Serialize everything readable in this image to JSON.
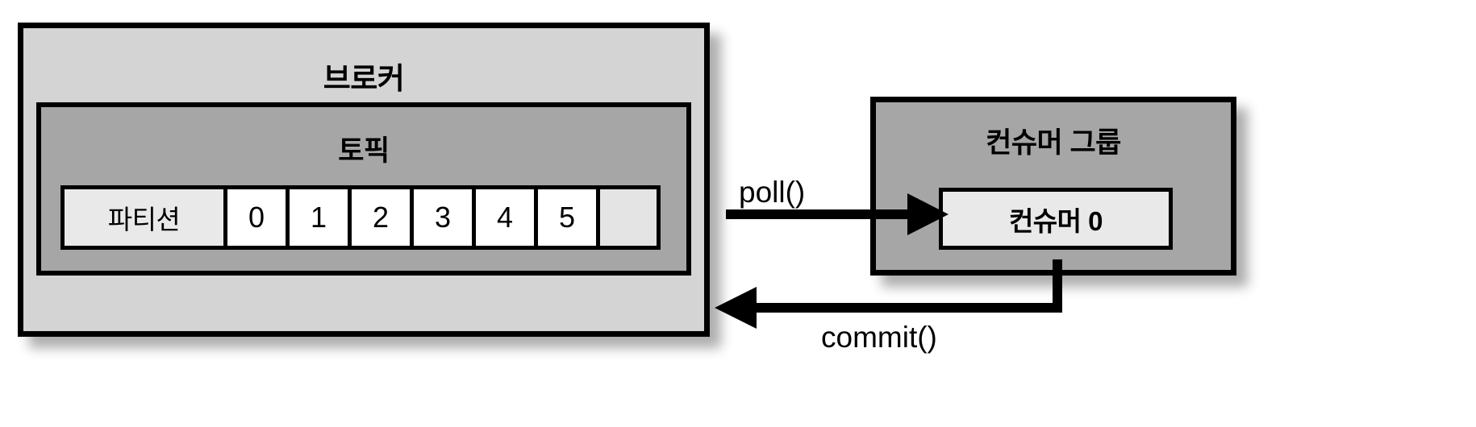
{
  "diagram": {
    "title": "Kafka broker topic partition and consumer group polling diagram",
    "broker": {
      "label": "브로커",
      "topic": {
        "label": "토픽",
        "partition": {
          "label": "파티션",
          "offsets": [
            "0",
            "1",
            "2",
            "3",
            "4",
            "5"
          ],
          "empty_cell": ""
        }
      }
    },
    "consumer_group": {
      "label": "컨슈머 그룹",
      "consumers": [
        {
          "label": "컨슈머 0"
        }
      ]
    },
    "edges": [
      {
        "name": "poll",
        "label": "poll()",
        "direction": "broker-to-consumer"
      },
      {
        "name": "commit",
        "label": "commit()",
        "direction": "consumer-to-broker"
      }
    ],
    "colors": {
      "broker_fill": "#d4d4d4",
      "topic_fill": "#a6a6a6",
      "partition_label_fill": "#e9e9e9",
      "partition_cell_fill": "#ffffff",
      "partition_empty_fill": "#e4e4e4",
      "consumer_group_fill": "#a6a6a6",
      "consumer_fill": "#e9e9e9",
      "stroke": "#000000",
      "background": "#ffffff"
    }
  }
}
